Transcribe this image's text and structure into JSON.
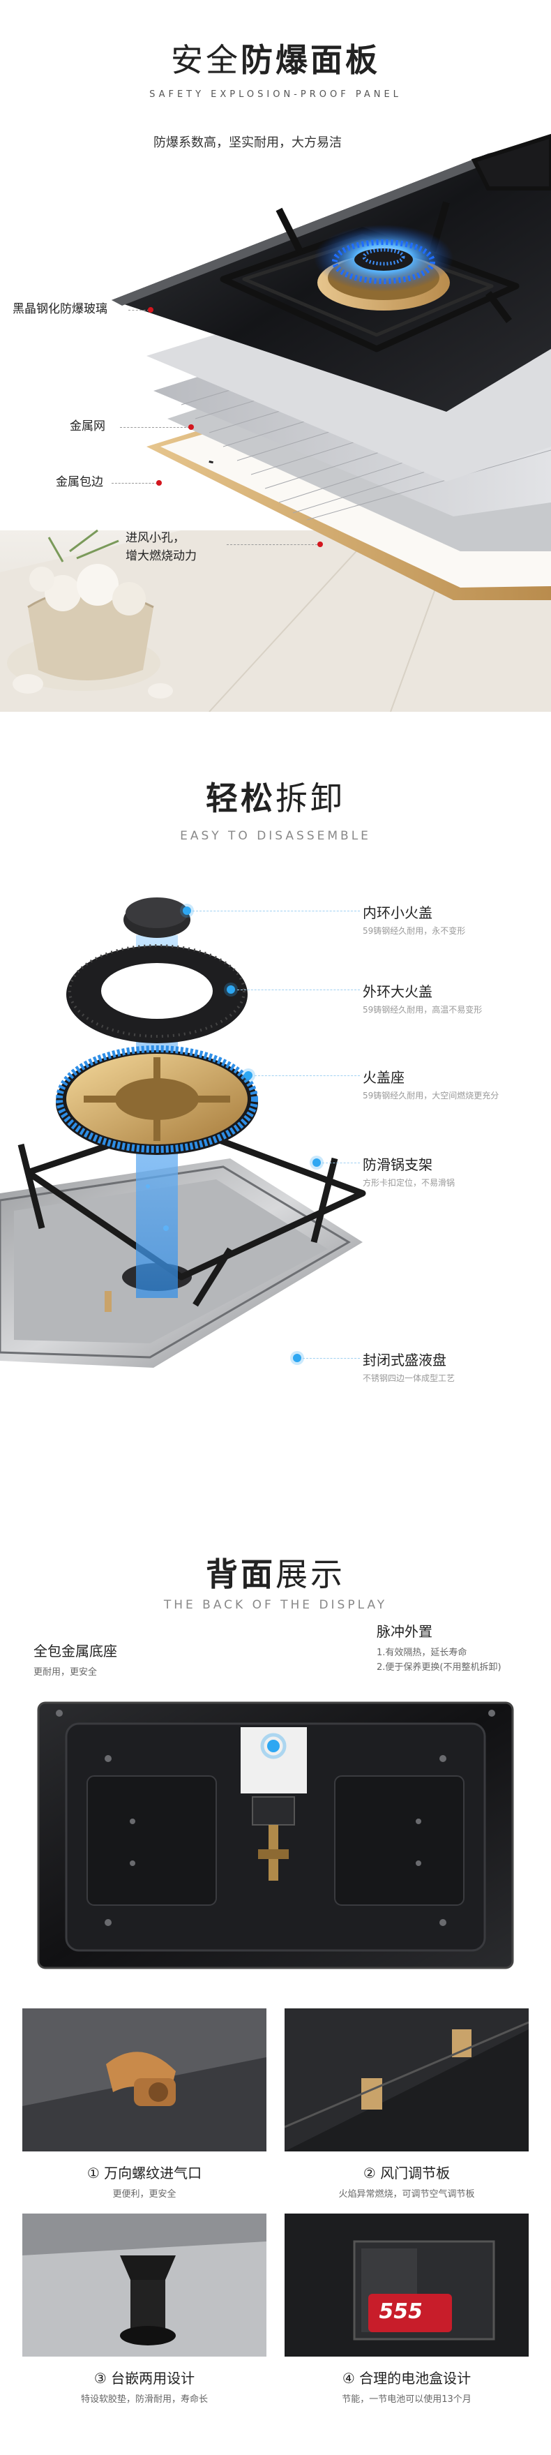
{
  "section1": {
    "title_bold": "防爆面板",
    "title_thin": "安全",
    "subtitle": "SAFETY EXPLOSION-PROOF PANEL",
    "description": "防爆系数高，坚实耐用，大方易洁",
    "callouts": [
      {
        "label": "黑晶钢化防爆玻璃"
      },
      {
        "label": "金属网"
      },
      {
        "label": "金属包边"
      },
      {
        "label": "进风小孔，",
        "label2": "增大燃烧动力"
      }
    ]
  },
  "section2": {
    "title_bold": "轻松",
    "title_thin": "拆卸",
    "subtitle": "EASY TO DISASSEMBLE",
    "parts": [
      {
        "title": "内环小火盖",
        "desc": "59铸钢经久耐用，永不变形"
      },
      {
        "title": "外环大火盖",
        "desc": "59铸钢经久耐用，高温不易变形"
      },
      {
        "title": "火盖座",
        "desc": "59铸钢经久耐用，大空间燃烧更充分"
      },
      {
        "title": "防滑锅支架",
        "desc": "方形卡扣定位，不易滑锅"
      },
      {
        "title": "封闭式盛液盘",
        "desc": "不锈钢四边一体成型工艺"
      }
    ]
  },
  "section3": {
    "title_bold": "背面",
    "title_thin": "展示",
    "subtitle": "THE BACK OF THE DISPLAY",
    "left_label": {
      "title": "全包金属底座",
      "desc": "更耐用，更安全"
    },
    "right_label": {
      "title": "脉冲外置",
      "line1": "1.有效隔热，延长寿命",
      "line2": "2.便于保养更换(不用整机拆卸)"
    },
    "features": [
      {
        "title": "① 万向螺纹进气口",
        "desc": "更便利，更安全"
      },
      {
        "title": "② 风门调节板",
        "desc": "火焰异常燃烧，可调节空气调节板"
      },
      {
        "title": "③ 台嵌两用设计",
        "desc": "特设软胶垫，防滑耐用，寿命长"
      },
      {
        "title": "④ 合理的电池盒设计",
        "desc": "节能，一节电池可以使用13个月"
      }
    ],
    "battery_text": "555"
  },
  "colors": {
    "accent_red": "#d3161e",
    "accent_blue": "#2ea7f2",
    "gold": "#c9a36a"
  }
}
